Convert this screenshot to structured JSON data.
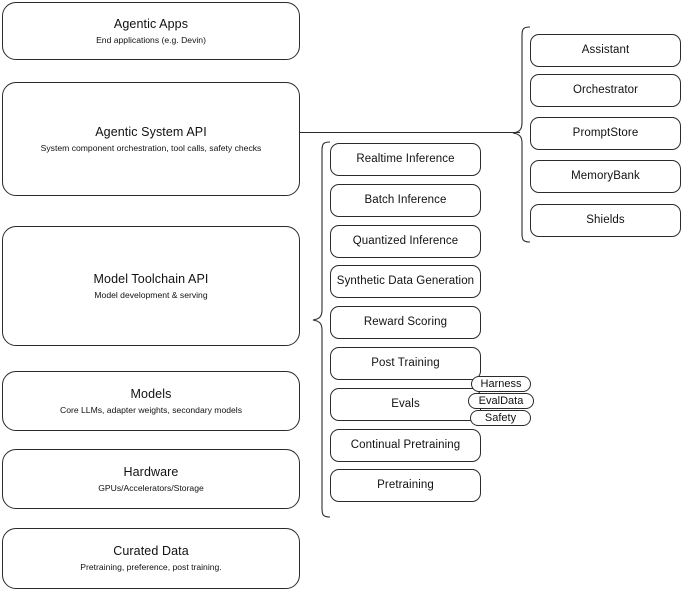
{
  "diagram": {
    "title": "AI Stack Architecture Diagram",
    "stroke_color": "#2b2b2b",
    "background_color": "#ffffff"
  },
  "left_stack": {
    "name": "platform-layers",
    "layers": [
      {
        "title": "Agentic Apps",
        "subtitle": "End applications (e.g. Devin)"
      },
      {
        "title": "Agentic System API",
        "subtitle": "System component orchestration, tool calls, safety checks"
      },
      {
        "title": "Model Toolchain API",
        "subtitle": "Model development & serving"
      },
      {
        "title": "Models",
        "subtitle": "Core LLMs, adapter weights, secondary models"
      },
      {
        "title": "Hardware",
        "subtitle": "GPUs/Accelerators/Storage"
      },
      {
        "title": "Curated Data",
        "subtitle": "Pretraining, preference, post training."
      }
    ]
  },
  "middle_column": {
    "name": "model-toolchain-capabilities",
    "items": [
      {
        "label": "Realtime Inference"
      },
      {
        "label": "Batch Inference"
      },
      {
        "label": "Quantized Inference"
      },
      {
        "label": "Synthetic Data Generation"
      },
      {
        "label": "Reward Scoring"
      },
      {
        "label": "Post Training"
      },
      {
        "label": "Evals"
      },
      {
        "label": "Continual Pretraining"
      },
      {
        "label": "Pretraining"
      }
    ]
  },
  "right_column": {
    "name": "agentic-system-components",
    "items": [
      {
        "label": "Assistant"
      },
      {
        "label": "Orchestrator"
      },
      {
        "label": "PromptStore"
      },
      {
        "label": "MemoryBank"
      },
      {
        "label": "Shields"
      }
    ]
  },
  "eval_pills": {
    "name": "evals-subcomponents",
    "items": [
      {
        "label": "Harness"
      },
      {
        "label": "EvalData"
      },
      {
        "label": "Safety"
      }
    ]
  }
}
